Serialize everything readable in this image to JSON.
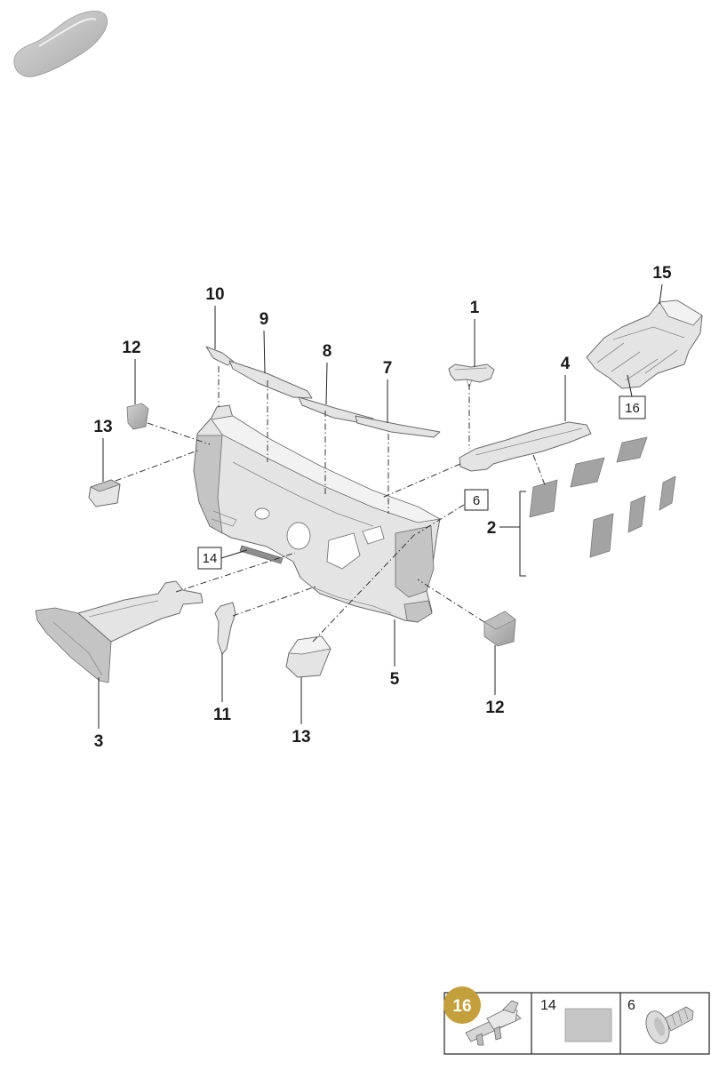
{
  "header": {
    "icon": "car-silhouette-icon"
  },
  "callouts": {
    "part_10": "10",
    "part_9": "9",
    "part_8": "8",
    "part_7": "7",
    "part_1": "1",
    "part_15": "15",
    "part_4": "4",
    "part_12_upper": "12",
    "part_13_upper": "13",
    "part_2": "2",
    "part_3": "3",
    "part_11": "11",
    "part_13_lower": "13",
    "part_5": "5",
    "part_12_lower": "12"
  },
  "references": {
    "ref_16": "16",
    "ref_14": "14",
    "ref_6": "6"
  },
  "legend": {
    "items": [
      {
        "label": "16",
        "icon": "clip-icon"
      },
      {
        "label": "14",
        "icon": "pad-icon"
      },
      {
        "label": "6",
        "icon": "push-pin-icon"
      }
    ]
  },
  "colors": {
    "part_fill": "#e4e4e4",
    "part_shade": "#c4c4c4",
    "part_stroke": "#6a6a6a",
    "patch": "#a3a3a3",
    "badge": "#c4a03c",
    "text": "#1a1a1a"
  }
}
